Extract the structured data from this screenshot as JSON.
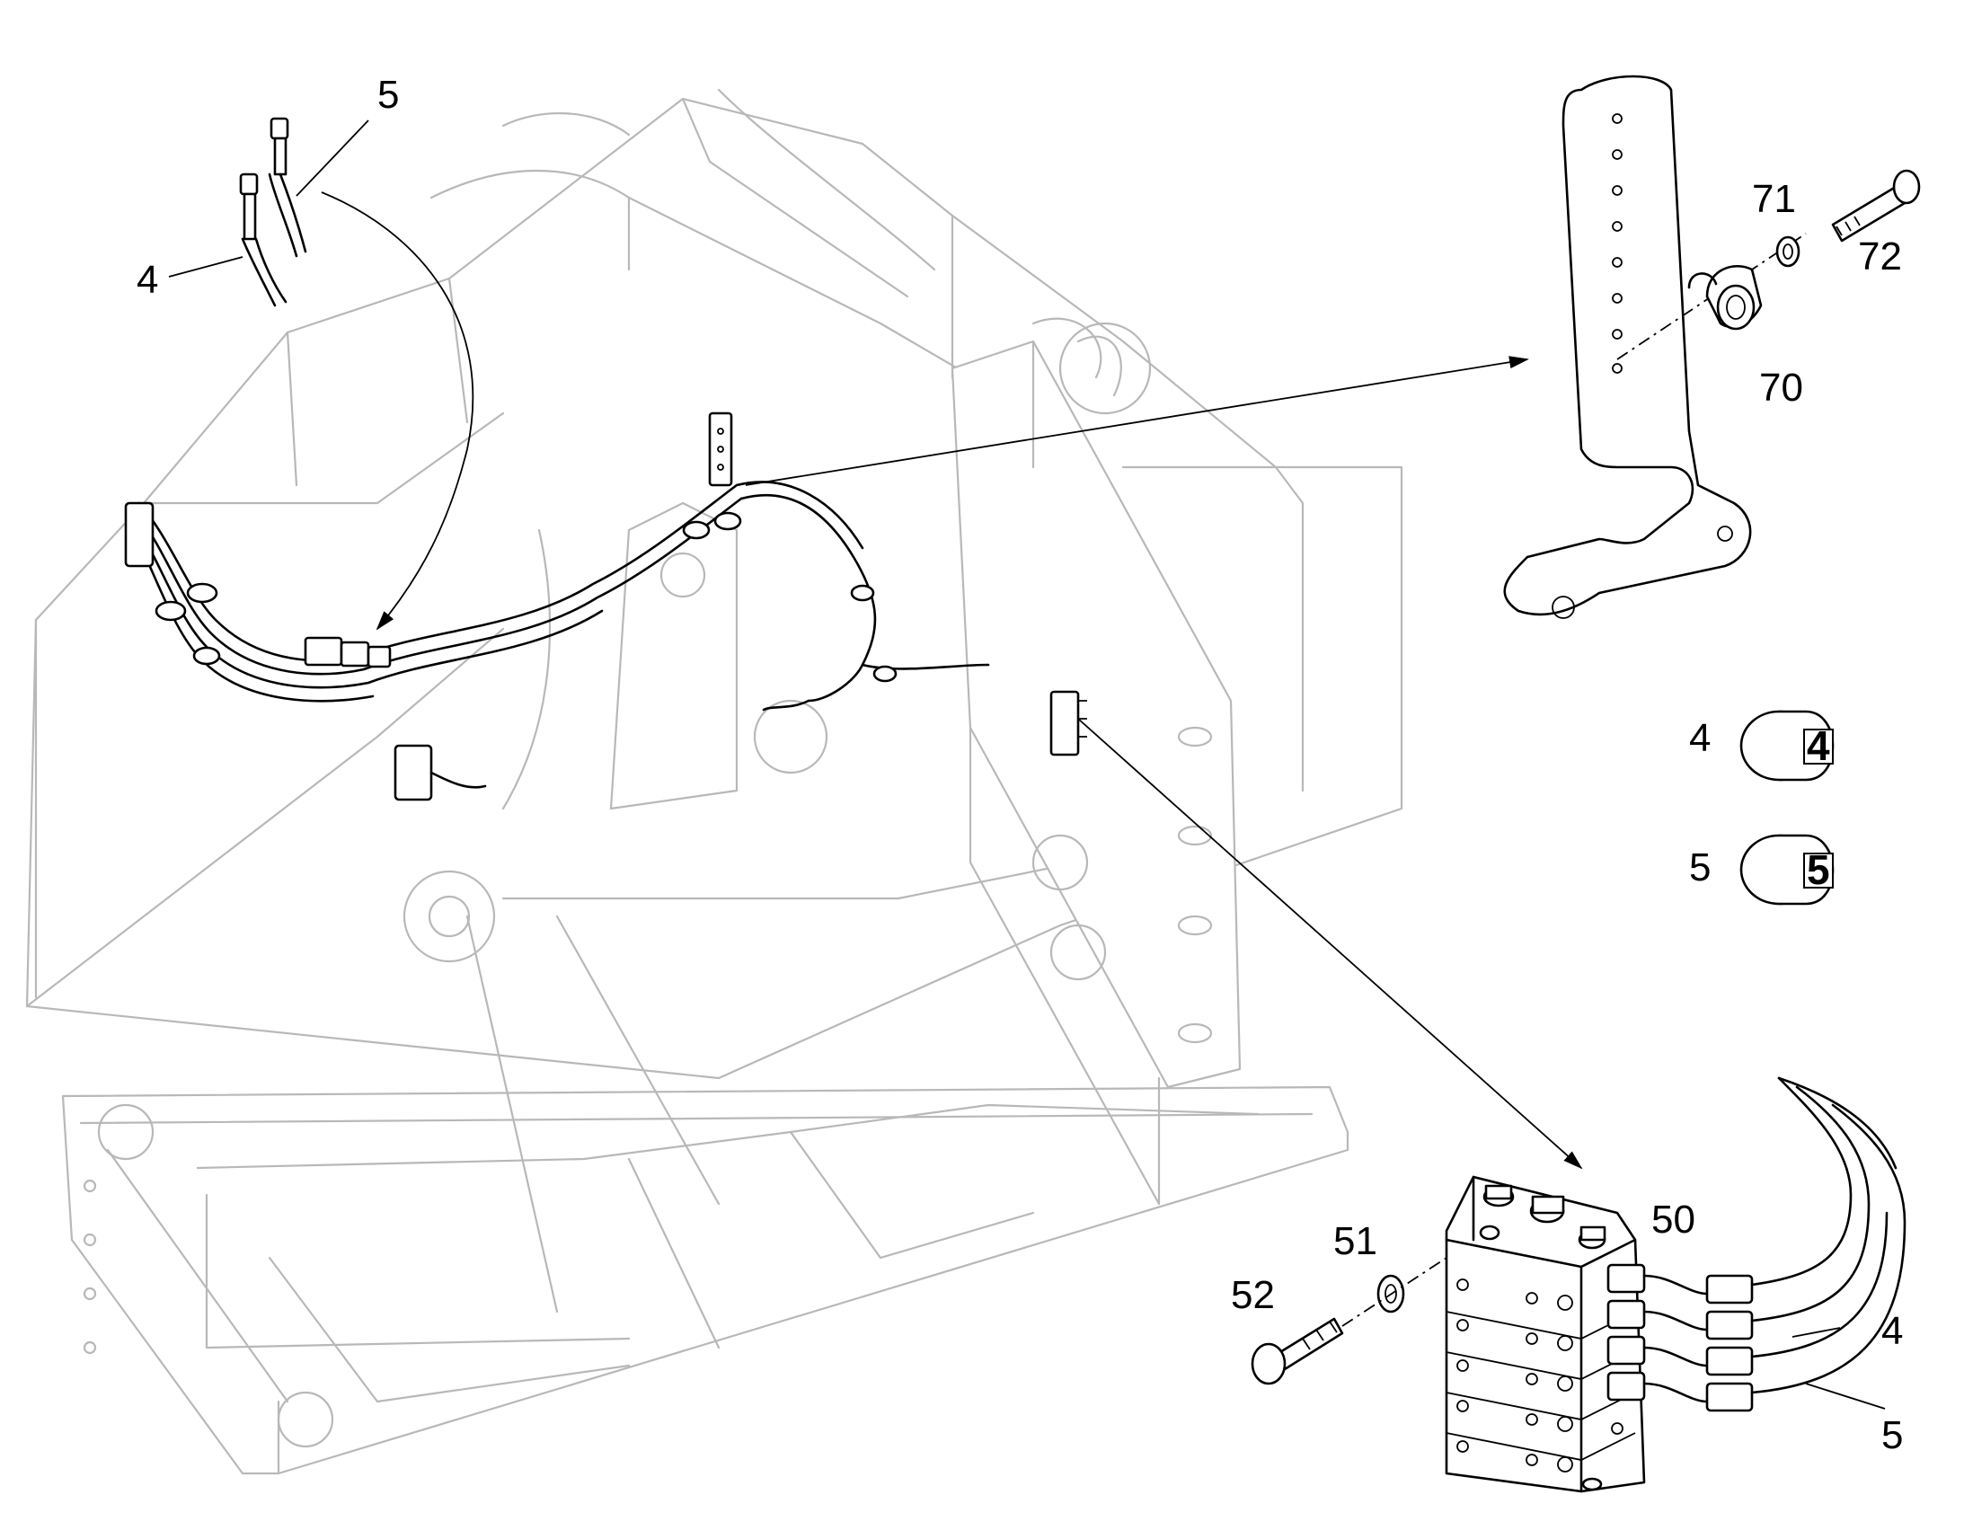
{
  "diagram": {
    "callouts": {
      "top_left_4": "4",
      "top_left_5": "5",
      "bracket_70": "70",
      "bracket_71": "71",
      "bracket_72": "72",
      "tag_4": "4",
      "tag_5": "5",
      "block_50": "50",
      "block_51": "51",
      "block_52": "52",
      "block_4": "4",
      "block_5": "5"
    },
    "hose_tags": {
      "tag_4_text": "4",
      "tag_5_text": "5"
    }
  }
}
